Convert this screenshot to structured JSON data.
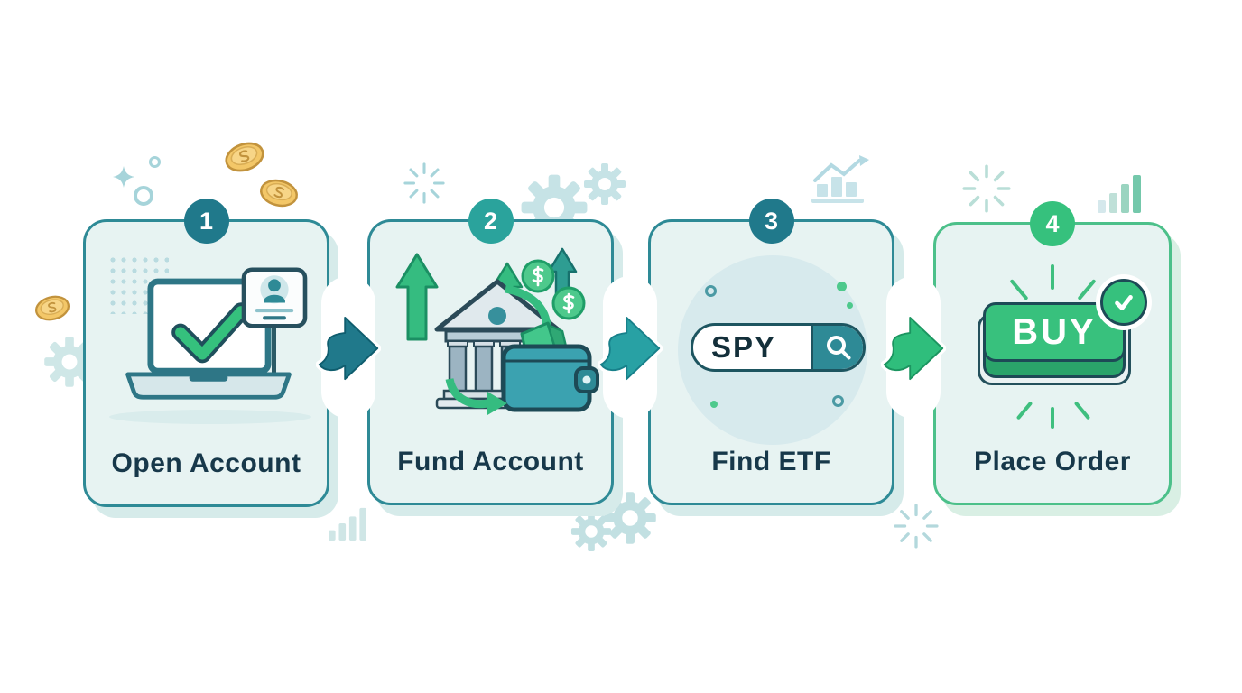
{
  "diagram": {
    "type": "process-flow",
    "description": "Four-step ETF buying process infographic",
    "step_count": 4
  },
  "steps": [
    {
      "number": "1",
      "title": "Open Account",
      "icon": "laptop-checkmark-profile"
    },
    {
      "number": "2",
      "title": "Fund Account",
      "icon": "bank-transfer-to-wallet"
    },
    {
      "number": "3",
      "title": "Find ETF",
      "icon": "ticker-search-bar",
      "search_value": "SPY"
    },
    {
      "number": "4",
      "title": "Place Order",
      "icon": "buy-button-confirmed",
      "button_label": "BUY"
    }
  ],
  "colors": {
    "card_background": "#e7f3f2",
    "card_border_teal": "#2e8a96",
    "card_border_green": "#4cc08a",
    "card_shadow": "#d6ebea",
    "badge_teal_dark": "#20798b",
    "badge_teal": "#2aa39c",
    "badge_green": "#36c17d",
    "arrow_1": "#20798b",
    "arrow_2": "#28a1a4",
    "arrow_3": "#2fbe7c",
    "accent_green": "#35c17d",
    "title_text": "#17384a",
    "coin_gold": "#f3c768"
  },
  "decorations": [
    "sparkle-star",
    "circle-outline",
    "gold-coin",
    "gear",
    "radial-burst",
    "growth-chart",
    "bar-chart",
    "dots-grid"
  ]
}
